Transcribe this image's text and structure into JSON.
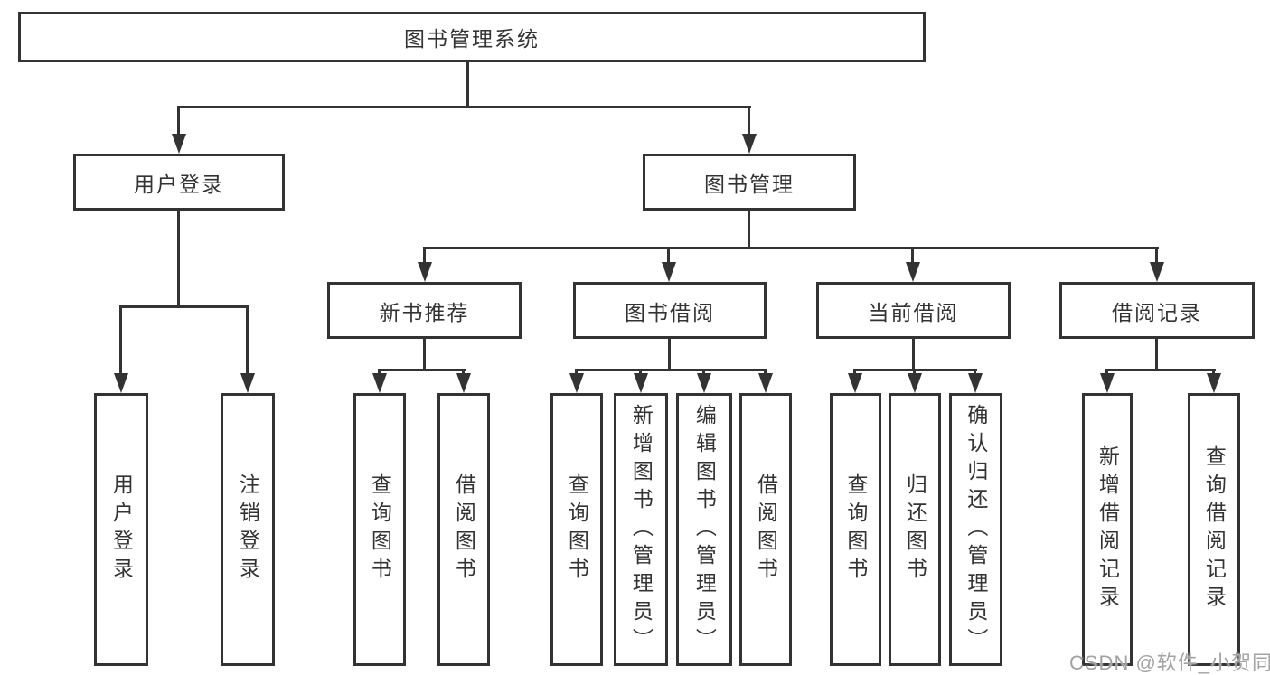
{
  "diagram": {
    "type": "hierarchy-tree",
    "orientation": "top-down",
    "tree": {
      "root": {
        "label": "图书管理系统",
        "children": [
          {
            "label": "用户登录",
            "children": [
              {
                "label": "用户登录"
              },
              {
                "label": "注销登录"
              }
            ]
          },
          {
            "label": "图书管理",
            "children": [
              {
                "label": "新书推荐",
                "children": [
                  {
                    "label": "查询图书"
                  },
                  {
                    "label": "借阅图书"
                  }
                ]
              },
              {
                "label": "图书借阅",
                "children": [
                  {
                    "label": "查询图书"
                  },
                  {
                    "label": "新增图书（管理员）"
                  },
                  {
                    "label": "编辑图书（管理员）"
                  },
                  {
                    "label": "借阅图书"
                  }
                ]
              },
              {
                "label": "当前借阅",
                "children": [
                  {
                    "label": "查询图书"
                  },
                  {
                    "label": "归还图书"
                  },
                  {
                    "label": "确认归还（管理员）"
                  }
                ]
              },
              {
                "label": "借阅记录",
                "children": [
                  {
                    "label": "新增借阅记录"
                  },
                  {
                    "label": "查询借阅记录"
                  }
                ]
              }
            ]
          }
        ]
      }
    }
  },
  "watermark": {
    "text": "CSDN @软件_小贺同学"
  },
  "colors": {
    "line": "#333333",
    "box_border": "#333333",
    "text": "#333333",
    "background": "#ffffff",
    "watermark": "#a3a3a3"
  }
}
